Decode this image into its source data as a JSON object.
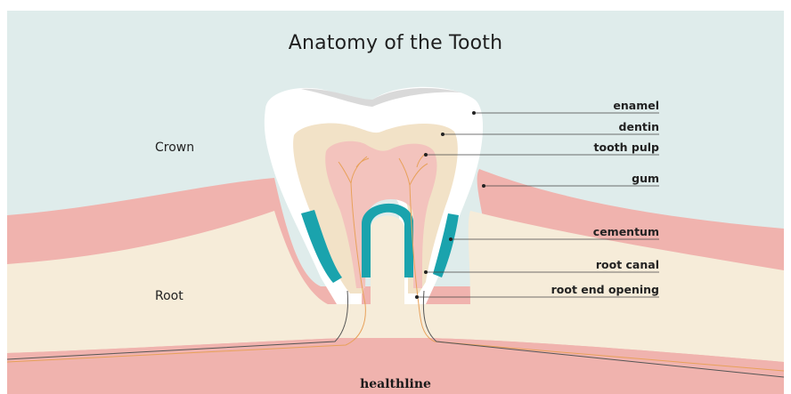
{
  "title": "Anatomy of the Tooth",
  "regions": {
    "crown": "Crown",
    "root": "Root"
  },
  "labels": [
    {
      "id": "enamel",
      "text": "enamel"
    },
    {
      "id": "dentin",
      "text": "dentin"
    },
    {
      "id": "tooth-pulp",
      "text": "tooth pulp"
    },
    {
      "id": "gum",
      "text": "gum"
    },
    {
      "id": "cementum",
      "text": "cementum"
    },
    {
      "id": "root-canal",
      "text": "root canal"
    },
    {
      "id": "root-end-opening",
      "text": "root end opening"
    }
  ],
  "brand": "healthline",
  "colors": {
    "background": "#dfeceb",
    "gum": "#f0b3ae",
    "gum_dark": "#e2928d",
    "bone": "#f6ecd9",
    "enamel": "#ffffff",
    "dentin": "#f2e2c7",
    "pulp": "#f3c3bd",
    "cementum": "#1aa3ad",
    "nerve": "#e8a15a"
  }
}
